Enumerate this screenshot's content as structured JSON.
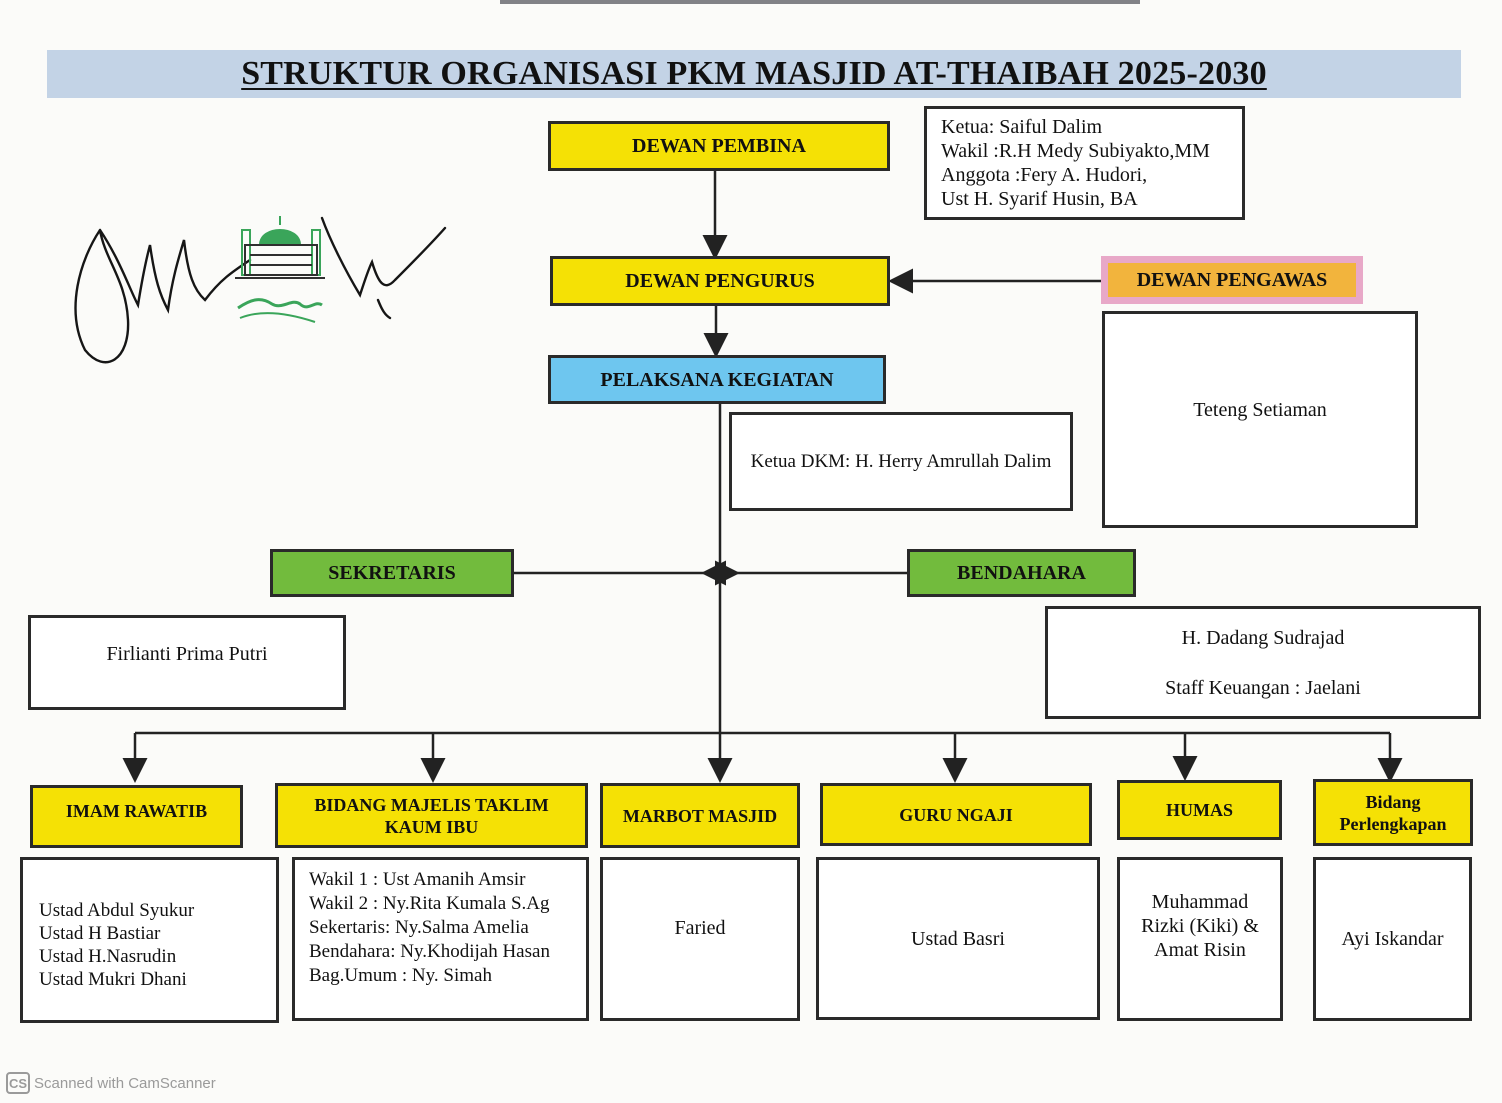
{
  "title": "STRUKTUR ORGANISASI PKM MASJID AT-THAIBAH 2025-2030",
  "dewan_pembina": {
    "label": "DEWAN PEMBINA",
    "members": [
      "Ketua: Saiful Dalim",
      "Wakil  :R.H Medy Subiyakto,MM",
      "Anggota :Fery A. Hudori,",
      "Ust H. Syarif Husin, BA"
    ]
  },
  "dewan_pengurus": {
    "label": "DEWAN PENGURUS"
  },
  "dewan_pengawas": {
    "label": "DEWAN PENGAWAS",
    "member": "Teteng Setiaman"
  },
  "pelaksana": {
    "label": "PELAKSANA KEGIATAN",
    "ketua": "Ketua DKM: H. Herry Amrullah Dalim"
  },
  "sekretaris": {
    "label": "SEKRETARIS",
    "member": "Firlianti Prima Putri"
  },
  "bendahara": {
    "label": "BENDAHARA",
    "members": [
      "H. Dadang Sudrajad",
      "Staff Keuangan : Jaelani"
    ]
  },
  "units": [
    {
      "label": "IMAM RAWATIB",
      "members": [
        "Ustad Abdul Syukur",
        "Ustad H Bastiar",
        "Ustad H.Nasrudin",
        "Ustad Mukri Dhani"
      ]
    },
    {
      "label_1": "BIDANG MAJELIS TAKLIM",
      "label_2": "KAUM IBU",
      "members": [
        "Wakil 1  : Ust Amanih Amsir",
        "Wakil 2  : Ny.Rita Kumala S.Ag",
        "Sekertaris: Ny.Salma Amelia",
        "Bendahara: Ny.Khodijah Hasan",
        "Bag.Umum : Ny. Simah"
      ]
    },
    {
      "label": "MARBOT MASJID",
      "members": [
        "Faried"
      ]
    },
    {
      "label": "GURU NGAJI",
      "members": [
        "Ustad Basri"
      ]
    },
    {
      "label": "HUMAS",
      "members": [
        "Muhammad",
        "Rizki (Kiki) &",
        "Amat Risin"
      ]
    },
    {
      "label_1": "Bidang",
      "label_2": "Perlengkapan",
      "members": [
        "Ayi Iskandar"
      ]
    }
  ],
  "footer": {
    "badge": "CS",
    "text": "Scanned with CamScanner"
  },
  "colors": {
    "yellow": "#f5e105",
    "blue": "#6ec6ef",
    "green": "#72bb3d",
    "orange": "#f2b43d",
    "pink_border": "#e8a8c8",
    "title_band": "#c3d3e6",
    "logo_green": "#3aa55a"
  }
}
